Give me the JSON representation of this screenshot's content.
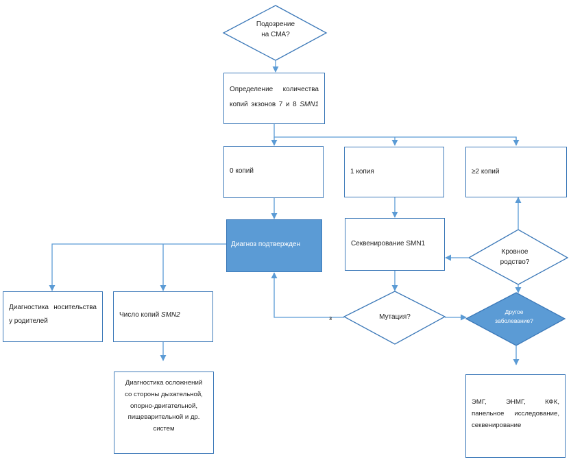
{
  "nodes": {
    "suspicion": {
      "line1": "Подозрение",
      "line2": "на СМА?"
    },
    "copy_count": {
      "line1": "Определение количества",
      "line2_pre": "копий экзонов 7 и 8 ",
      "line2_em": "SMN1"
    },
    "zero": {
      "label": "0 копий"
    },
    "one": {
      "label": "1 копия"
    },
    "two_plus": {
      "label": "≥2 копий"
    },
    "confirmed": {
      "label": "Диагноз подтвержден"
    },
    "sequencing": {
      "label": "Секвенирование SMN1"
    },
    "consanguinity": {
      "line1": "Кровное",
      "line2": "родство?"
    },
    "mutation": {
      "label": "Мутация?"
    },
    "other_disease": {
      "line1": "Другое",
      "line2": "заболевание?"
    },
    "carrier": {
      "line1": "Диагностика носительства",
      "line2": "у родителей"
    },
    "smn2": {
      "pre": "Число копий ",
      "em": "SMN2"
    },
    "complications": {
      "line1": "Диагностика осложнений",
      "line2": "со стороны дыхательной,",
      "line3": "опорно-двигательной,",
      "line4": "пищеварительной и др.",
      "line5": "систем"
    },
    "tests": {
      "line1": "ЭМГ, ЭНМГ, КФК,",
      "line2": "панельное исследование,",
      "line3": "секвенирование"
    }
  },
  "edge_labels": {
    "mutation_yes": "з"
  },
  "colors": {
    "line": "#5b9bd5",
    "border": "#3b78b8",
    "fill": "#5b9bd5"
  }
}
